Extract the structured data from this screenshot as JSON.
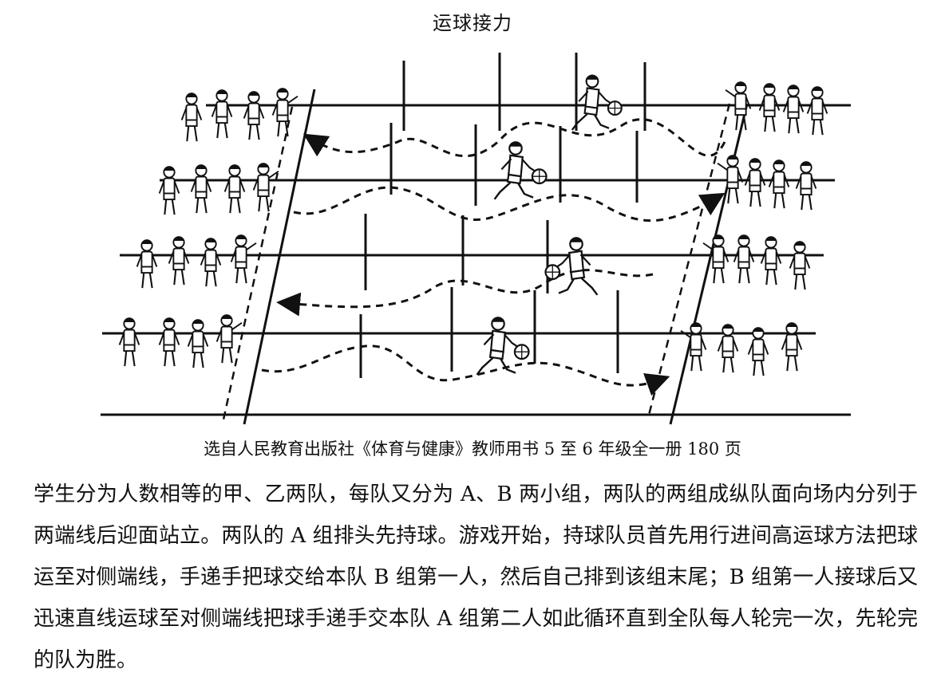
{
  "document": {
    "title": "运球接力",
    "caption": "选自人民教育出版社《体育与健康》教师用书 5 至 6 年级全一册 180 页",
    "paragraph": "学生分为人数相等的甲、乙两队，每队又分为 A、B 两小组，两队的两组成纵队面向场内分列于两端线后迎面站立。两队的 A 组排头先持球。游戏开始，持球队员首先用行进间高运球方法把球运至对侧端线，手递手把球交给本队 B 组第一人，然后自己排到该组末尾；B 组第一人接球后又迅速直线运球至对侧端线把球手递手交本队 A 组第二人如此循环直到全队每人轮完一次，先轮完的队为胜。"
  },
  "colors": {
    "ink": "#111111",
    "background": "#ffffff"
  }
}
